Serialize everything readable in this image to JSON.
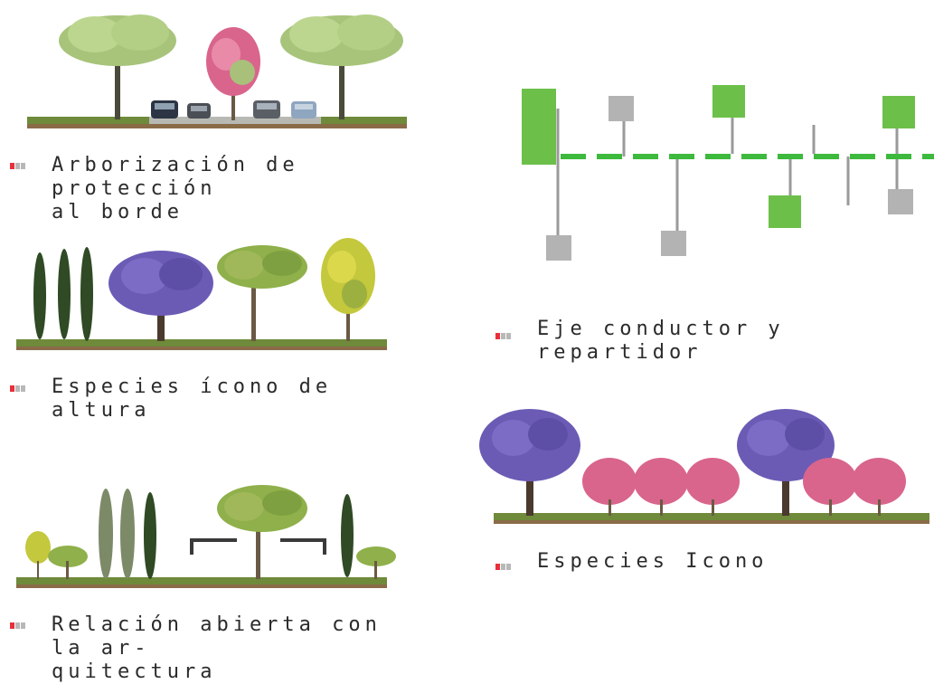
{
  "captions": {
    "arborizacion": [
      "Arborización de protección",
      "al borde"
    ],
    "especies_altura": "Especies ícono de altura",
    "relacion": [
      "Relación abierta con la ar-",
      "quitectura"
    ],
    "eje": "Eje conductor y repartidor",
    "especies_icono": "Especies Icono"
  },
  "colors": {
    "bullet_red": "#e8303a",
    "bullet_gray": "#b8b8b8",
    "axis_green": "#3dba3d",
    "box_green": "#6cc04a",
    "box_gray": "#b3b3b3",
    "stem_gray": "#9a9a9a",
    "jacaranda": "#6b5bb5",
    "bougainvillea": "#d9658c",
    "canopy_green": "#8fb04a",
    "cypress": "#2f4a24",
    "ground": "#6e8a3a"
  }
}
